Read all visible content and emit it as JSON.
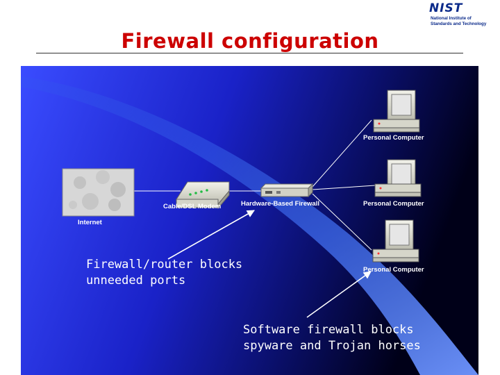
{
  "slide": {
    "title": "Firewall configuration"
  },
  "logo": {
    "word": "NIST",
    "line1": "National Institute of",
    "line2": "Standards and Technology"
  },
  "diagram": {
    "internet_label": "Internet",
    "modem_label": "Cable/DSL Modem",
    "firewall_label": "Hardware-Based Firewall",
    "pc_labels": [
      "Personal Computer",
      "Personal Computer",
      "Personal Computer"
    ],
    "callout_router": [
      "Firewall/router blocks",
      "unneeded ports"
    ],
    "callout_software": [
      "Software firewall blocks",
      "spyware and Trojan horses"
    ]
  },
  "colors": {
    "title": "#cc0000",
    "logo": "#0a2a8a",
    "panel_light": "#3344ff",
    "panel_dark": "#000022",
    "swoosh": "#3366ee",
    "text": "#ffffff"
  }
}
